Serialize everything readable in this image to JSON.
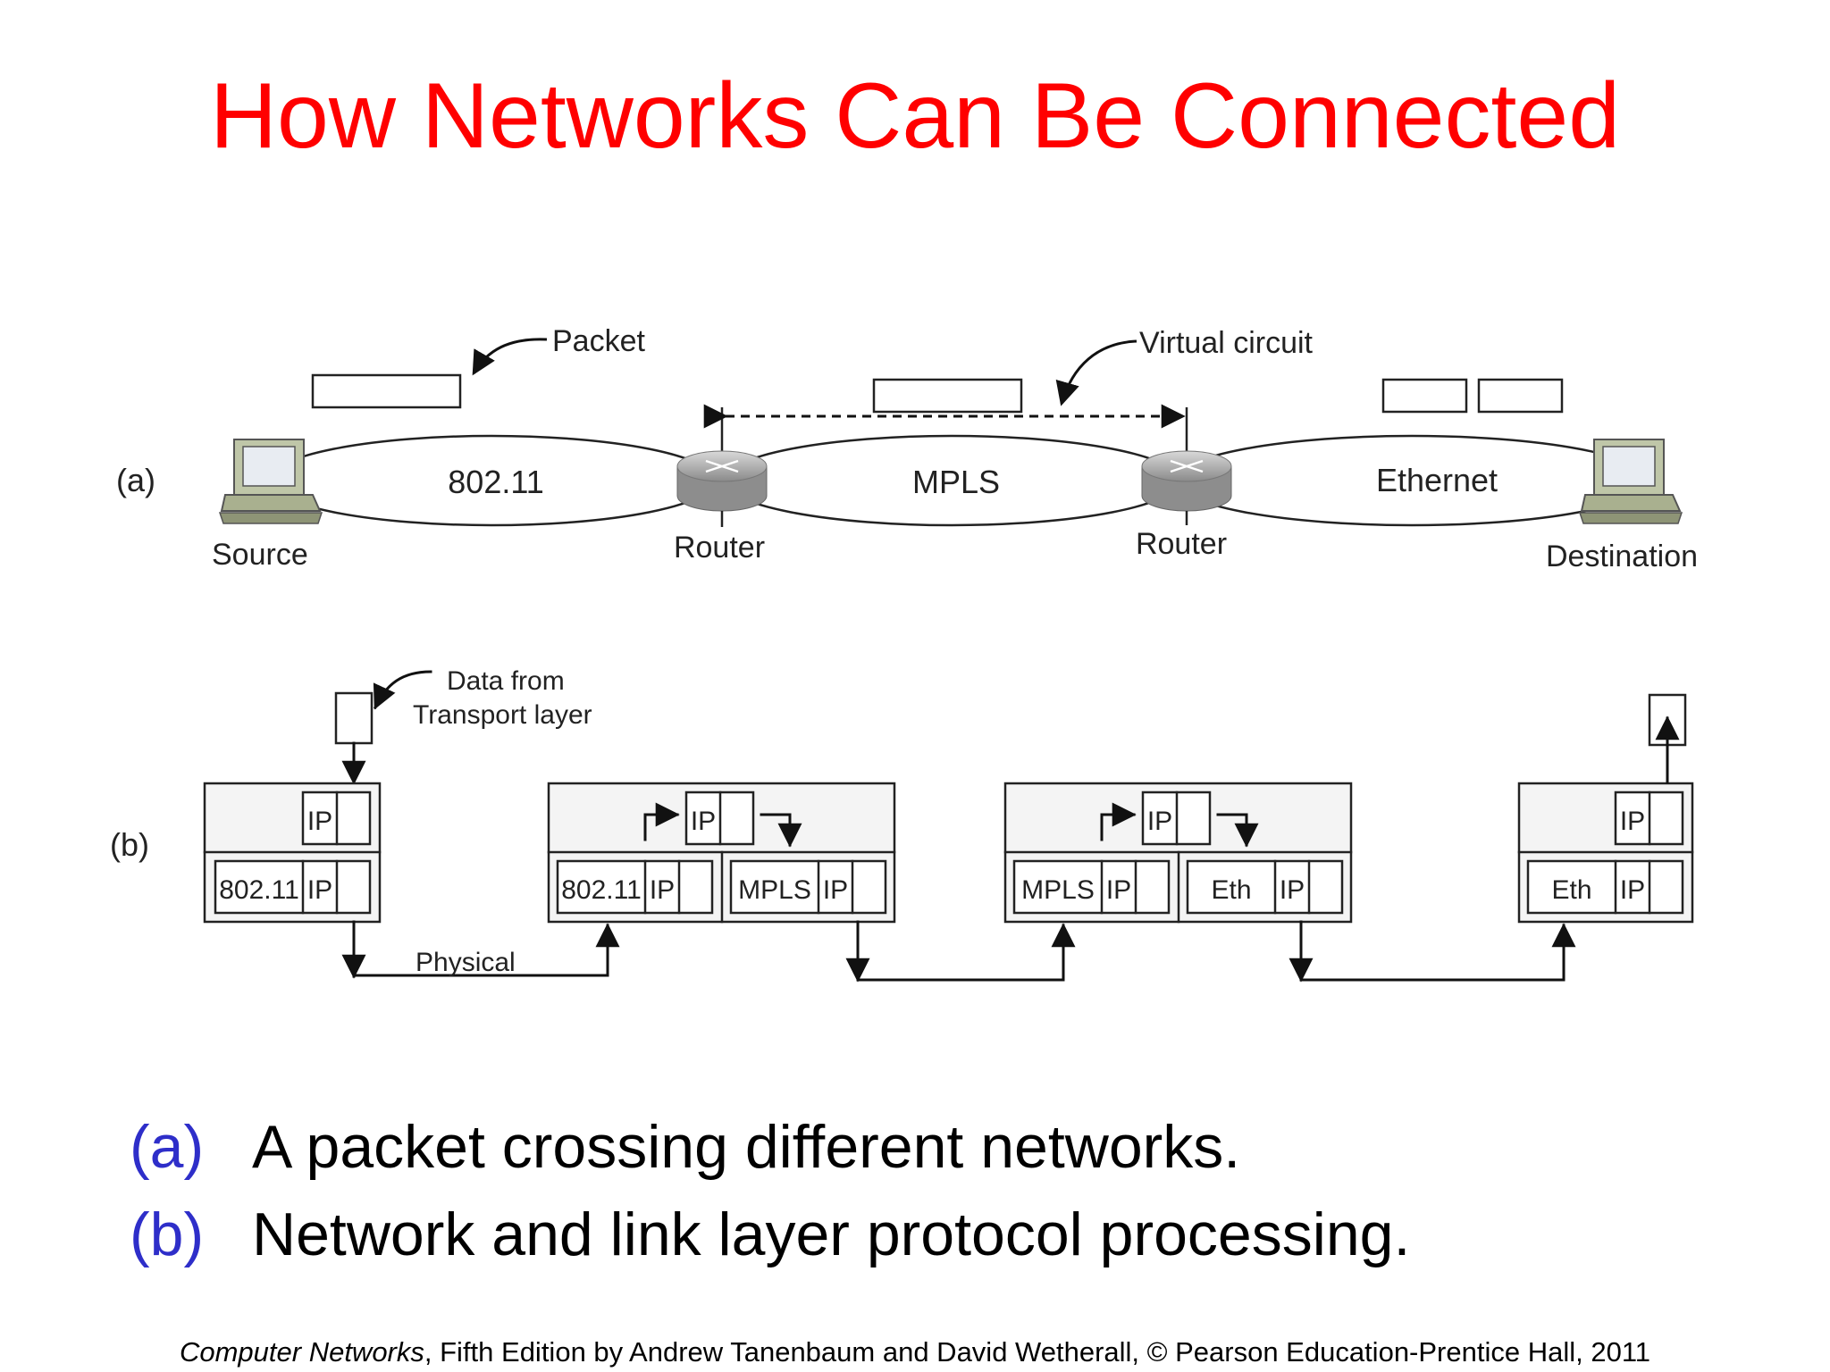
{
  "slide": {
    "title": "How Networks Can Be Connected",
    "captions": [
      {
        "tag": "(a)",
        "text": "A packet crossing different networks."
      },
      {
        "tag": "(b)",
        "text": "Network and link layer protocol processing."
      }
    ],
    "footer": {
      "book": "Computer Networks",
      "rest": ", Fifth Edition by Andrew Tanenbaum and David Wetherall, © Pearson Education-Prentice Hall, 2011"
    }
  },
  "diagram_a": {
    "label": "(a)",
    "packet_label": "Packet",
    "virtual_circuit_label": "Virtual circuit",
    "networks": [
      "802.11",
      "MPLS",
      "Ethernet"
    ],
    "nodes": [
      "Source",
      "Router",
      "Router",
      "Destination"
    ]
  },
  "diagram_b": {
    "label": "(b)",
    "data_label_line1": "Data from",
    "data_label_line2": "Transport layer",
    "physical_label": "Physical",
    "ip": "IP",
    "stacks": [
      {
        "link": [
          "802.11"
        ]
      },
      {
        "link": [
          "802.11",
          "MPLS"
        ]
      },
      {
        "link": [
          "MPLS",
          "Eth"
        ]
      },
      {
        "link": [
          "Eth"
        ]
      }
    ]
  }
}
